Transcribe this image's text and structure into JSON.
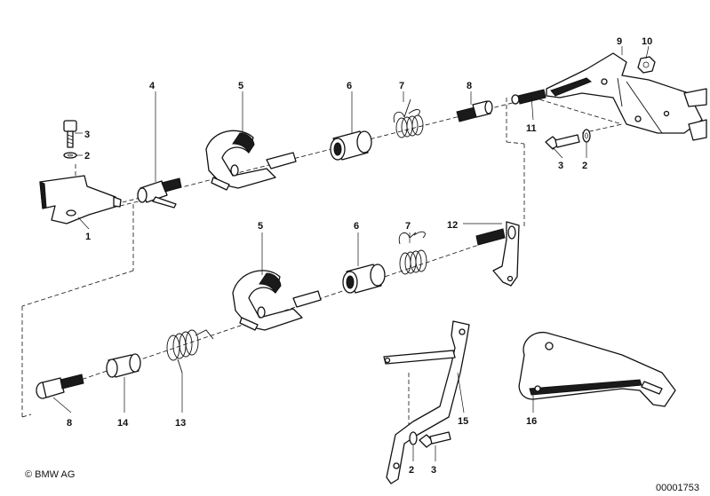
{
  "copyright": "© BMW AG",
  "diagram_number": "00001753",
  "callouts": [
    {
      "id": "c-3a",
      "text": "3"
    },
    {
      "id": "c-2a",
      "text": "2"
    },
    {
      "id": "c-1",
      "text": "1"
    },
    {
      "id": "c-4",
      "text": "4"
    },
    {
      "id": "c-5a",
      "text": "5"
    },
    {
      "id": "c-6a",
      "text": "6"
    },
    {
      "id": "c-7a",
      "text": "7"
    },
    {
      "id": "c-8a",
      "text": "8"
    },
    {
      "id": "c-9",
      "text": "9"
    },
    {
      "id": "c-10",
      "text": "10"
    },
    {
      "id": "c-11",
      "text": "11"
    },
    {
      "id": "c-3b",
      "text": "3"
    },
    {
      "id": "c-2b",
      "text": "2"
    },
    {
      "id": "c-12",
      "text": "12"
    },
    {
      "id": "c-5b",
      "text": "5"
    },
    {
      "id": "c-6b",
      "text": "6"
    },
    {
      "id": "c-7b",
      "text": "7"
    },
    {
      "id": "c-8b",
      "text": "8"
    },
    {
      "id": "c-14",
      "text": "14"
    },
    {
      "id": "c-13",
      "text": "13"
    },
    {
      "id": "c-15",
      "text": "15"
    },
    {
      "id": "c-16",
      "text": "16"
    },
    {
      "id": "c-2c",
      "text": "2"
    },
    {
      "id": "c-3c",
      "text": "3"
    }
  ]
}
